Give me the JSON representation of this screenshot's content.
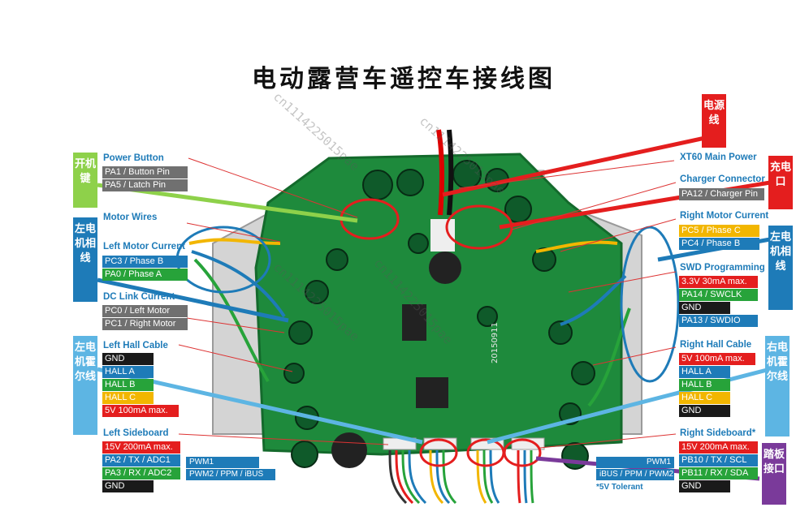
{
  "title": "电动露营车遥控车接线图",
  "watermark": "cn1114225015pae",
  "colors": {
    "gray": "#707070",
    "blue": "#1e7bb8",
    "green": "#27a33a",
    "black": "#1a1a1a",
    "yellow": "#f2b600",
    "red": "#e41e1e",
    "light_blue": "#5db5e3",
    "purple": "#7a3a9a",
    "board_green": "#1e8a3c"
  },
  "tags": {
    "power_button": "开机键",
    "left_motor": "左电机相线",
    "left_hall": "左电机霍尔线",
    "power_wire": "电源线",
    "charge_port": "充电口",
    "right_motor": "左电机相线",
    "right_hall": "右电机霍尔线",
    "pedal_port": "踏板接口"
  },
  "left": {
    "power_button": {
      "heading": "Power Button",
      "pins": [
        "PA1 / Button Pin",
        "PA5 / Latch Pin"
      ]
    },
    "motor_wires": {
      "heading": "Motor Wires"
    },
    "left_motor_current": {
      "heading": "Left Motor Current",
      "pins": [
        "PC3 / Phase B",
        "PA0 / Phase A"
      ]
    },
    "dc_link": {
      "heading": "DC Link Current",
      "pins": [
        "PC0 / Left Motor",
        "PC1 / Right Motor"
      ]
    },
    "left_hall": {
      "heading": "Left Hall Cable",
      "pins": [
        "GND",
        "HALL A",
        "HALL B",
        "HALL C",
        "5V 100mA max."
      ]
    },
    "left_sideboard": {
      "heading": "Left Sideboard",
      "pins": [
        "15V 200mA max.",
        "PA2 / TX / ADC1",
        "PA3 / RX / ADC2",
        "GND"
      ],
      "pwm": [
        "PWM1",
        "PWM2 / PPM / iBUS"
      ]
    }
  },
  "right": {
    "xt60": {
      "heading": "XT60 Main Power"
    },
    "charger": {
      "heading": "Charger Connector",
      "pins": [
        "PA12 / Charger Pin"
      ]
    },
    "right_motor_current": {
      "heading": "Right Motor Current",
      "pins": [
        "PC5 / Phase C",
        "PC4 / Phase B"
      ]
    },
    "swd": {
      "heading": "SWD Programming",
      "pins": [
        "3.3V 30mA max.",
        "PA14 / SWCLK",
        "GND",
        "PA13 / SWDIO"
      ]
    },
    "right_hall": {
      "heading": "Right Hall Cable",
      "pins": [
        "5V 100mA max.",
        "HALL A",
        "HALL B",
        "HALL C",
        "GND"
      ]
    },
    "right_sideboard": {
      "heading": "Right Sideboard*",
      "pins": [
        "15V 200mA max.",
        "PB10 / TX / SCL",
        "PB11 / RX / SDA",
        "GND"
      ],
      "pwm": [
        "PWM1",
        "iBUS / PPM / PWM2"
      ],
      "note": "*5V Tolerant"
    }
  },
  "board_text": {
    "date_code": "20150911"
  }
}
